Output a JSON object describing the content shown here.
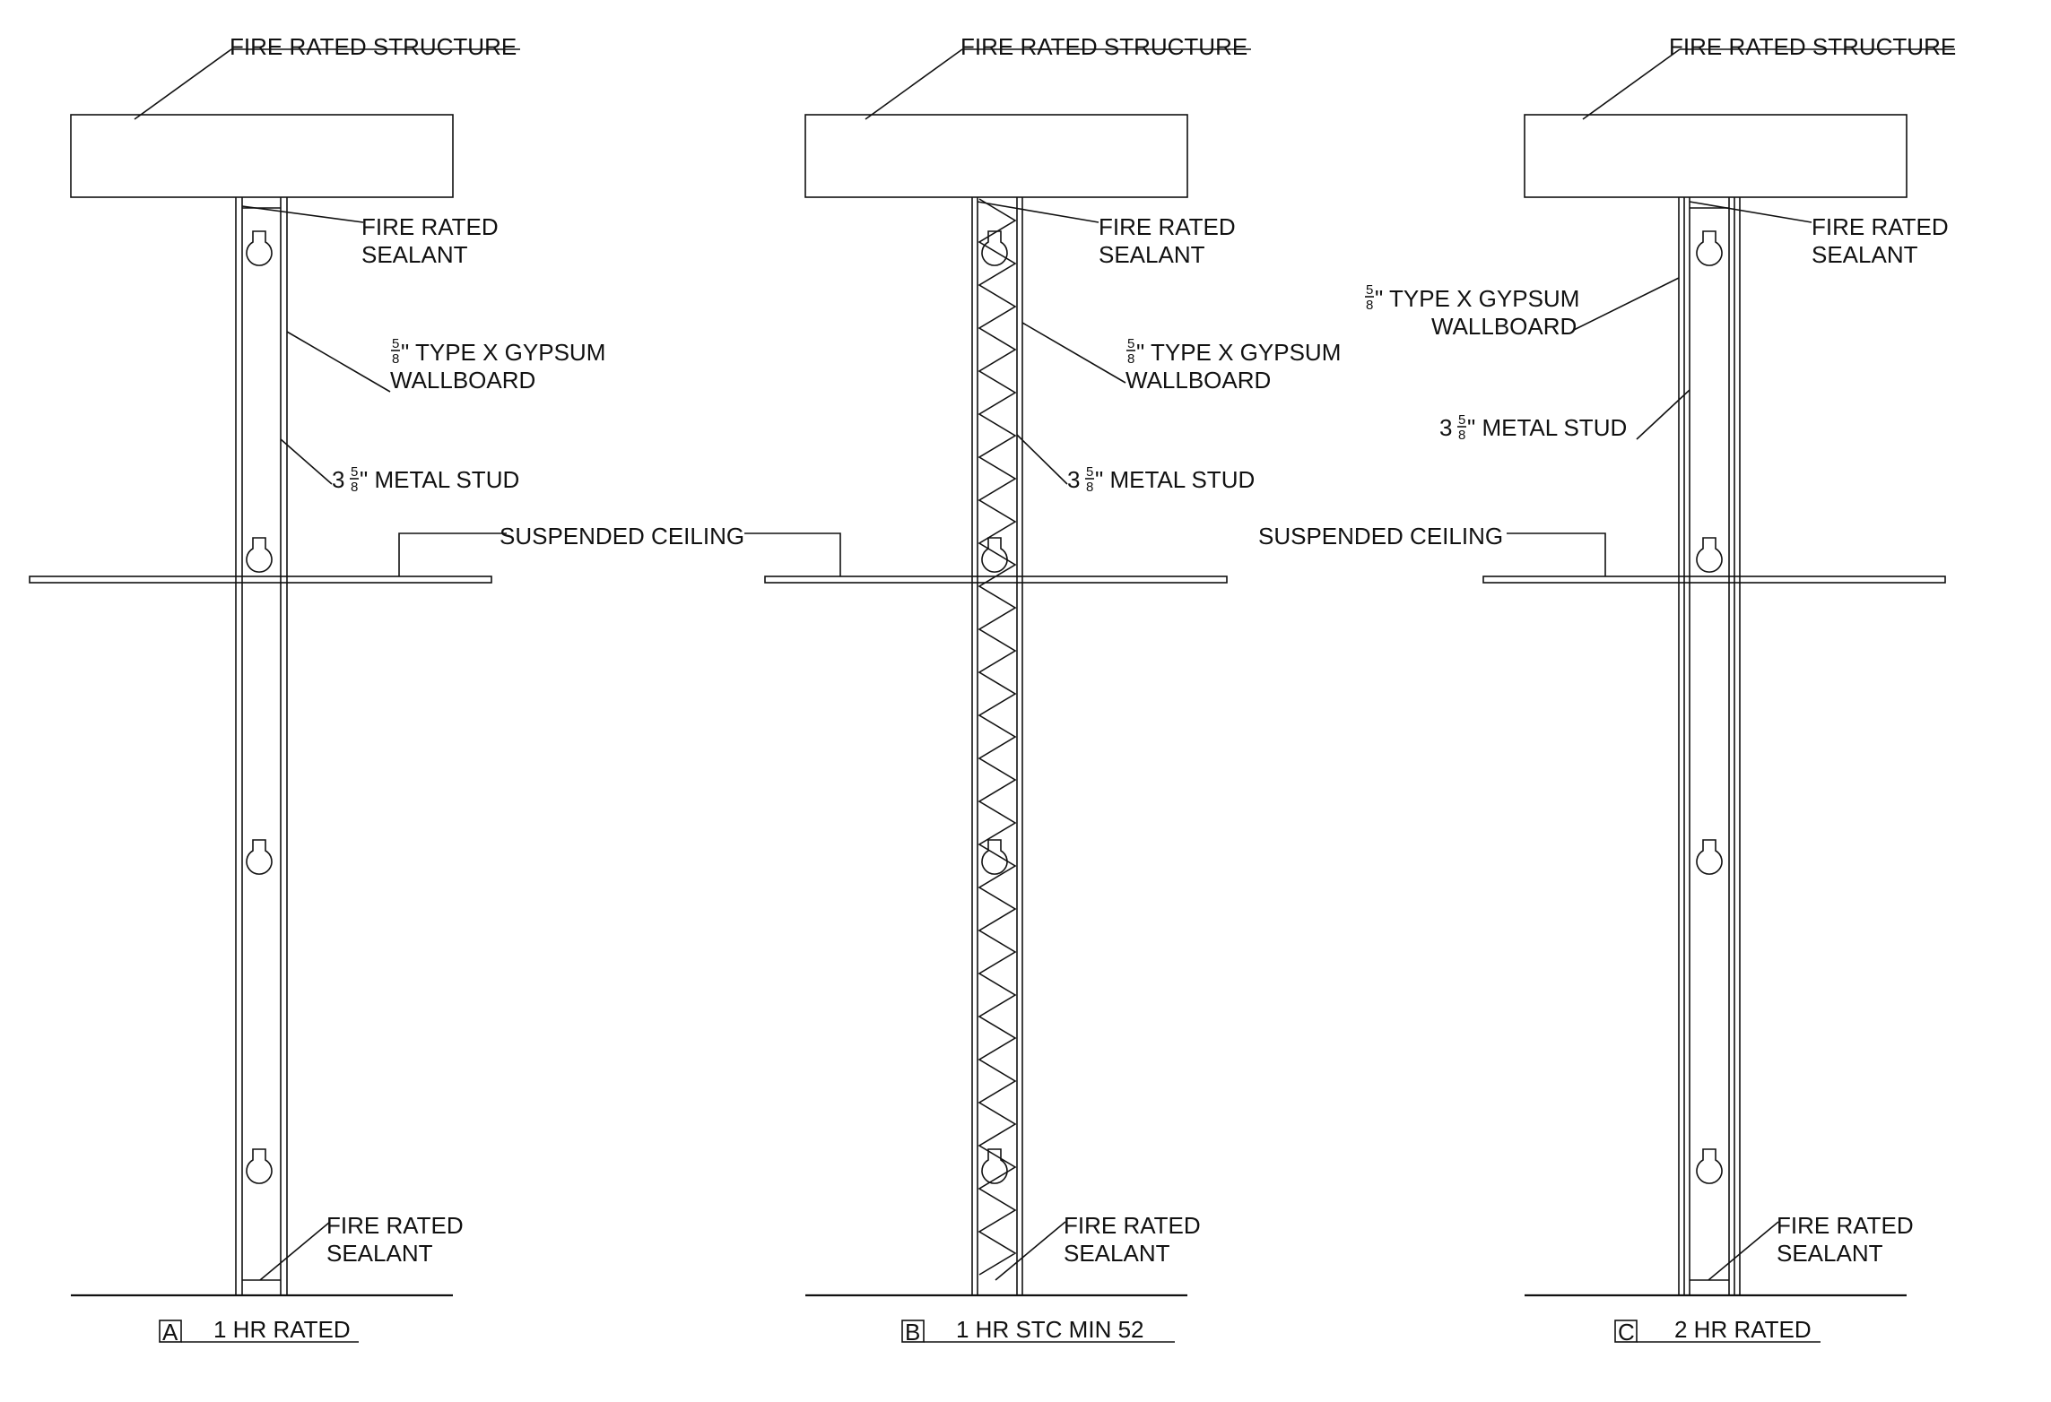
{
  "sections": [
    {
      "id": "A",
      "title": "1 HR RATED",
      "labels": {
        "structure": "FIRE RATED STRUCTURE",
        "sealant_top_1": "FIRE RATED",
        "sealant_top_2": "SEALANT",
        "gypsum_frac_num": "5",
        "gypsum_frac_den": "8",
        "gypsum_1": "\" TYPE X GYPSUM",
        "gypsum_2": "WALLBOARD",
        "stud_whole": "3",
        "stud_frac_num": "5",
        "stud_frac_den": "8",
        "stud_text": "\" METAL STUD",
        "ceiling": "SUSPENDED CEILING",
        "sealant_bottom_1": "FIRE RATED",
        "sealant_bottom_2": "SEALANT"
      }
    },
    {
      "id": "B",
      "title": "1 HR STC MIN 52",
      "labels": {
        "structure": "FIRE RATED STRUCTURE",
        "sealant_top_1": "FIRE RATED",
        "sealant_top_2": "SEALANT",
        "gypsum_frac_num": "5",
        "gypsum_frac_den": "8",
        "gypsum_1": "\" TYPE X GYPSUM",
        "gypsum_2": "WALLBOARD",
        "stud_whole": "3",
        "stud_frac_num": "5",
        "stud_frac_den": "8",
        "stud_text": "\" METAL STUD",
        "ceiling": "SUSPENDED CEILING",
        "sealant_bottom_1": "FIRE RATED",
        "sealant_bottom_2": "SEALANT"
      }
    },
    {
      "id": "C",
      "title": "2 HR RATED",
      "labels": {
        "structure": "FIRE RATED STRUCTURE",
        "sealant_top_1": "FIRE RATED",
        "sealant_top_2": "SEALANT",
        "gypsum_frac_num": "5",
        "gypsum_frac_den": "8",
        "gypsum_1": "\" TYPE X GYPSUM",
        "gypsum_2": "WALLBOARD",
        "stud_whole": "3",
        "stud_frac_num": "5",
        "stud_frac_den": "8",
        "stud_text": "\" METAL STUD",
        "ceiling": "SUSPENDED CEILING",
        "sealant_bottom_1": "FIRE RATED",
        "sealant_bottom_2": "SEALANT"
      }
    }
  ],
  "colors": {
    "line": "#111111",
    "background": "#ffffff",
    "concrete_fill": "#f4f4f4"
  }
}
